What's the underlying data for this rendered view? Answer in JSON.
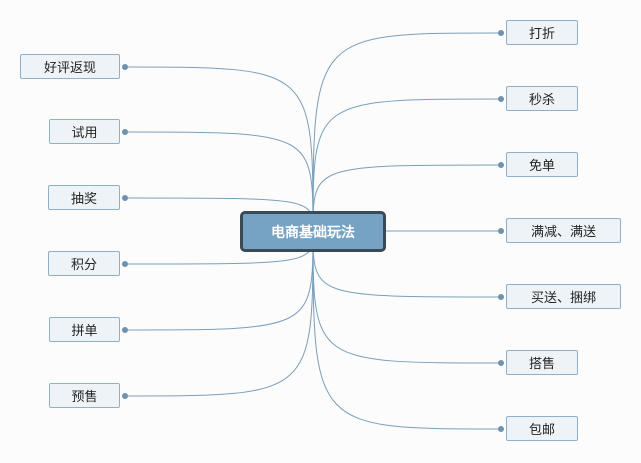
{
  "center": {
    "label": "电商基础玩法"
  },
  "left_branches": [
    {
      "label": "好评返现"
    },
    {
      "label": "试用"
    },
    {
      "label": "抽奖"
    },
    {
      "label": "积分"
    },
    {
      "label": "拼单"
    },
    {
      "label": "预售"
    }
  ],
  "right_branches": [
    {
      "label": "打折"
    },
    {
      "label": "秒杀"
    },
    {
      "label": "免单"
    },
    {
      "label": "满减、满送"
    },
    {
      "label": "买送、捆绑"
    },
    {
      "label": "搭售"
    },
    {
      "label": "包邮"
    }
  ],
  "colors": {
    "line": "#7a9fba",
    "dot": "#6d93b0",
    "node_fill": "#eef3f7",
    "node_border": "#8fb0c8",
    "center_fill": "#76a2c3",
    "center_border": "#3a4a57"
  }
}
